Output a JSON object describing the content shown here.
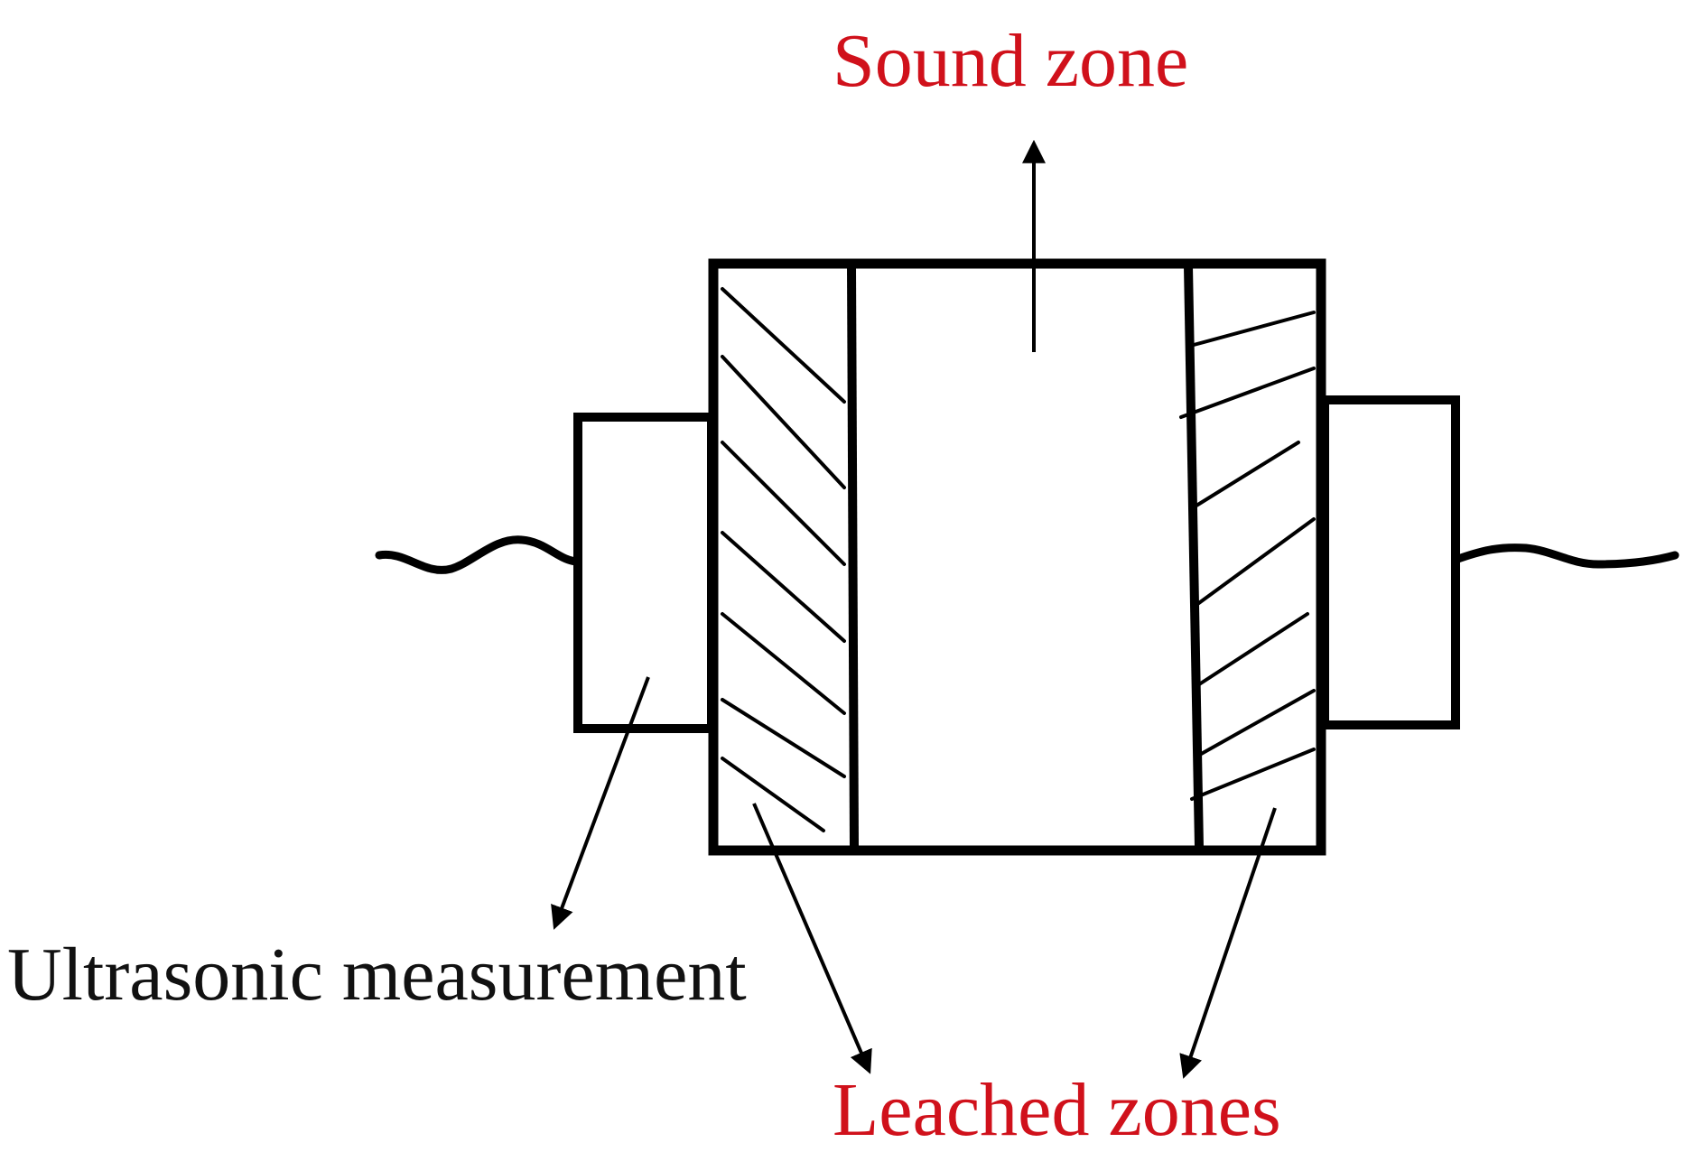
{
  "labels": {
    "sound_zone": "Sound zone",
    "ultrasonic_measurement": "Ultrasonic measurement",
    "leached_zones": "Leached zones"
  },
  "colors": {
    "highlight_text": "#d0111b",
    "plain_text": "#111111",
    "stroke": "#000000",
    "background": "#ffffff"
  }
}
